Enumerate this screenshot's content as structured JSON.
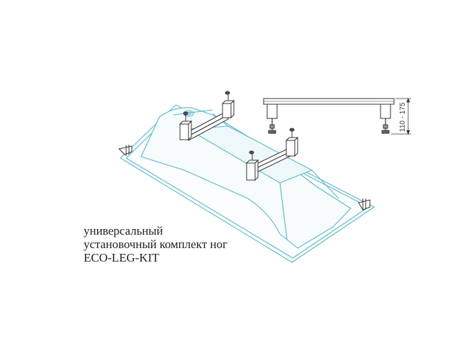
{
  "caption": {
    "line1": "универсальный",
    "line2": "установочный комплект ног",
    "line3": "ECO-LEG-KIT"
  },
  "dimension": {
    "height_label": "110 - 175"
  },
  "colors": {
    "tub_outline": "#5ab8c8",
    "leg_outline": "#333333",
    "background": "#ffffff",
    "text": "#222222"
  }
}
